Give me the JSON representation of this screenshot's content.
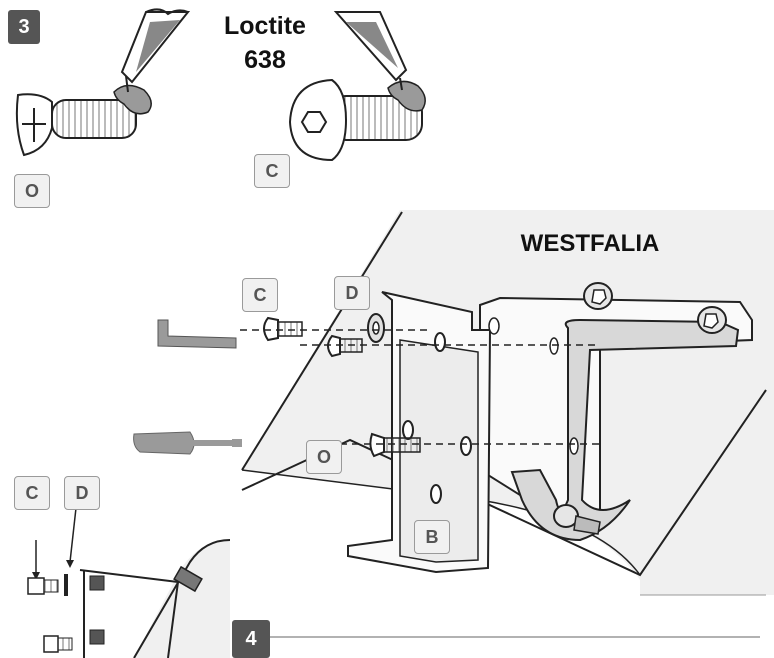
{
  "steps": {
    "step3": "3",
    "step4": "4"
  },
  "adhesive": {
    "line1": "Loctite",
    "line2": "638"
  },
  "brand": "WESTFALIA",
  "labels": {
    "screw_o_top": "O",
    "screw_c_top": "C",
    "assembly_c": "C",
    "assembly_d": "D",
    "assembly_o": "O",
    "assembly_b": "B",
    "detail_c": "C",
    "detail_d": "D"
  },
  "icons": [
    "countersunk-screw-icon",
    "button-head-screw-icon",
    "glue-tube-icon",
    "hex-key-icon",
    "screwdriver-icon",
    "washer-icon",
    "bracket-icon"
  ]
}
